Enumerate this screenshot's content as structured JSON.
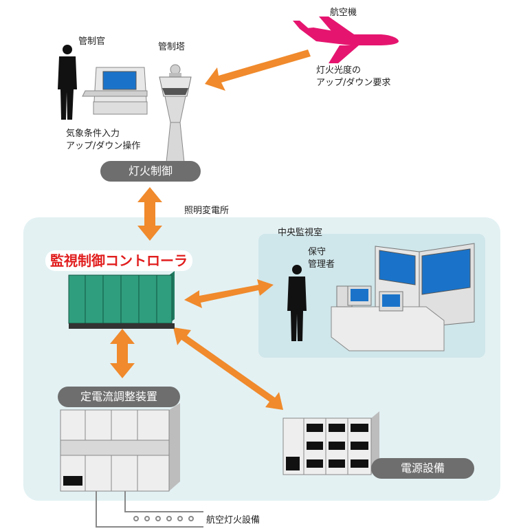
{
  "labels": {
    "airplane": "航空機",
    "controller": "管制官",
    "tower": "管制塔",
    "request_line1": "灯火光度の",
    "request_line2": "アップ/ダウン要求",
    "weather_line1": "気象条件入力",
    "weather_line2": "アップ/ダウン操作",
    "lighting_control": "灯火制御",
    "substation": "照明変電所",
    "monitor_controller": "監視制御コントローラ",
    "central_room": "中央監視室",
    "maint_line1": "保守",
    "maint_line2": "管理者",
    "ccr": "定電流調整装置",
    "power": "電源設備",
    "aero_lights": "航空灯火設備"
  },
  "colors": {
    "arrow": "#f08a2c",
    "plane": "#e5156f",
    "panel_bg": "#e3f1f3",
    "inner_panel_bg": "#cfe6ea",
    "pill": "#6e6e6e",
    "title_red": "#e11d1d",
    "cabinet_green": "#2f9e7e",
    "screen_blue": "#1a73c9"
  }
}
